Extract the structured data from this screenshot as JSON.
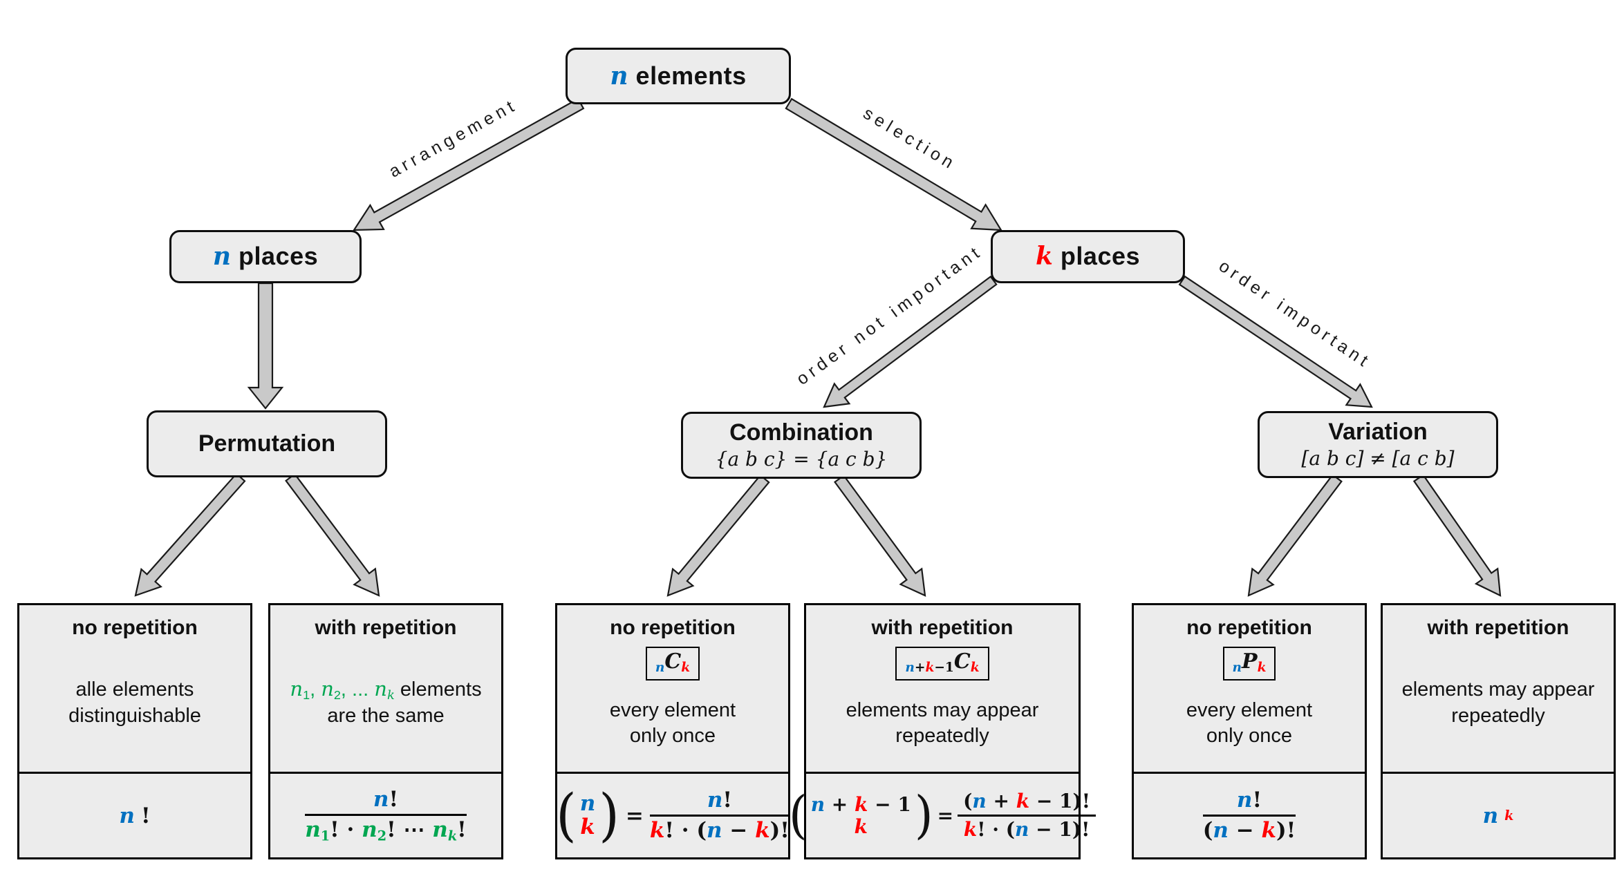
{
  "palette": {
    "blue": "#0070C0",
    "red": "#FF0000",
    "green": "#00A651",
    "node_fill": "#ECECEC",
    "arrow_fill": "#C9C9C9",
    "arrow_outline": "#1A1A1A",
    "border": "#000000"
  },
  "nodes": {
    "permutation": "Permutation",
    "combination": "Combination",
    "combination_subtitle": "{a b c} = {a c b}",
    "variation": "Variation",
    "variation_subtitle": "[a b c] ≠ [a c b]"
  },
  "edge_labels": {
    "arrangement": "arrangement",
    "selection": "selection",
    "order_not_important": "order not important",
    "order_important": "order important"
  },
  "cards": [
    {
      "title": "no repetition",
      "desc_line1": "alle elements",
      "desc_line2": "distinguishable"
    },
    {
      "title": "with repetition",
      "desc_line2": "are the same"
    },
    {
      "title": "no repetition",
      "desc_line1": "every element",
      "desc_line2": "only once"
    },
    {
      "title": "with repetition",
      "desc_line1": "elements may appear",
      "desc_line2": "repeatedly"
    },
    {
      "title": "no repetition",
      "desc_line1": "every element",
      "desc_line2": "only once"
    },
    {
      "title": "with repetition",
      "desc_line1": "elements may appear",
      "desc_line2": "repeatedly"
    }
  ],
  "rich": {
    "node_root": [
      {
        "t": "n",
        "c": "blue",
        "m": 1
      },
      {
        "t": " elements"
      }
    ],
    "node_n_places": [
      {
        "t": "n",
        "c": "blue",
        "m": 1
      },
      {
        "t": " places"
      }
    ],
    "node_k_places": [
      {
        "t": "k",
        "c": "red",
        "m": 1
      },
      {
        "t": " places"
      }
    ],
    "badge_nCk": [
      {
        "t": "n",
        "c": "blue",
        "m": 1,
        "sub": 1
      },
      {
        "t": "C",
        "m": 1
      },
      {
        "t": "k",
        "c": "red",
        "m": 1,
        "sub": 1
      }
    ],
    "badge_nk1Ck": [
      {
        "t": "n",
        "c": "blue",
        "m": 1,
        "sub": 1
      },
      {
        "t": "+",
        "sub": 1
      },
      {
        "t": "k",
        "c": "red",
        "m": 1,
        "sub": 1
      },
      {
        "t": "−1",
        "sub": 1
      },
      {
        "t": "C",
        "m": 1
      },
      {
        "t": "k",
        "c": "red",
        "m": 1,
        "sub": 1
      }
    ],
    "badge_nPk": [
      {
        "t": "n",
        "c": "blue",
        "m": 1,
        "sub": 1
      },
      {
        "t": "P",
        "m": 1
      },
      {
        "t": "k",
        "c": "red",
        "m": 1,
        "sub": 1
      }
    ],
    "card2_desc1": [
      {
        "t": "n",
        "c": "green",
        "m": 1
      },
      {
        "t": "1",
        "c": "green",
        "sub": 1
      },
      {
        "t": ", ",
        "c": "green"
      },
      {
        "t": "n",
        "c": "green",
        "m": 1
      },
      {
        "t": "2",
        "c": "green",
        "sub": 1
      },
      {
        "t": ", ... ",
        "c": "green"
      },
      {
        "t": "n",
        "c": "green",
        "m": 1
      },
      {
        "t": "k",
        "c": "green",
        "m": 1,
        "sub": 1
      },
      {
        "t": " elements"
      }
    ],
    "f1": [
      {
        "t": "n",
        "c": "blue",
        "m": 1
      },
      {
        "t": "!"
      }
    ],
    "f2_num": [
      {
        "t": "n",
        "c": "blue",
        "m": 1
      },
      {
        "t": "!"
      }
    ],
    "f2_den": [
      {
        "t": "n",
        "c": "green",
        "m": 1
      },
      {
        "t": "1",
        "c": "green",
        "sub": 1
      },
      {
        "t": "! · "
      },
      {
        "t": "n",
        "c": "green",
        "m": 1
      },
      {
        "t": "2",
        "c": "green",
        "sub": 1
      },
      {
        "t": "! ⋯ "
      },
      {
        "t": "n",
        "c": "green",
        "m": 1
      },
      {
        "t": "k",
        "c": "green",
        "m": 1,
        "sub": 1
      },
      {
        "t": "!"
      }
    ],
    "f3_top": [
      {
        "t": "n",
        "c": "blue",
        "m": 1
      }
    ],
    "f3_bot": [
      {
        "t": "k",
        "c": "red",
        "m": 1
      }
    ],
    "f3_eq": [
      {
        "t": "="
      }
    ],
    "f3_num": [
      {
        "t": "n",
        "c": "blue",
        "m": 1
      },
      {
        "t": "!"
      }
    ],
    "f3_den": [
      {
        "t": "k",
        "c": "red",
        "m": 1
      },
      {
        "t": "! · ("
      },
      {
        "t": "n",
        "c": "blue",
        "m": 1
      },
      {
        "t": " − "
      },
      {
        "t": "k",
        "c": "red",
        "m": 1
      },
      {
        "t": ")!"
      }
    ],
    "f4_top": [
      {
        "t": "n",
        "c": "blue",
        "m": 1
      },
      {
        "t": " + "
      },
      {
        "t": "k",
        "c": "red",
        "m": 1
      },
      {
        "t": " − 1"
      }
    ],
    "f4_bot": [
      {
        "t": "k",
        "c": "red",
        "m": 1
      }
    ],
    "f4_eq": [
      {
        "t": "="
      }
    ],
    "f4_num": [
      {
        "t": "("
      },
      {
        "t": "n",
        "c": "blue",
        "m": 1
      },
      {
        "t": " + "
      },
      {
        "t": "k",
        "c": "red",
        "m": 1
      },
      {
        "t": " − 1)!"
      }
    ],
    "f4_den": [
      {
        "t": "k",
        "c": "red",
        "m": 1
      },
      {
        "t": "! · ("
      },
      {
        "t": "n",
        "c": "blue",
        "m": 1
      },
      {
        "t": " − 1)!"
      }
    ],
    "f5_num": [
      {
        "t": "n",
        "c": "blue",
        "m": 1
      },
      {
        "t": "!"
      }
    ],
    "f5_den": [
      {
        "t": "("
      },
      {
        "t": "n",
        "c": "blue",
        "m": 1
      },
      {
        "t": " − "
      },
      {
        "t": "k",
        "c": "red",
        "m": 1
      },
      {
        "t": ")!"
      }
    ],
    "f6": [
      {
        "t": "n",
        "c": "blue",
        "m": 1
      },
      {
        "t": "k",
        "c": "red",
        "m": 1,
        "sup": 1
      }
    ]
  }
}
